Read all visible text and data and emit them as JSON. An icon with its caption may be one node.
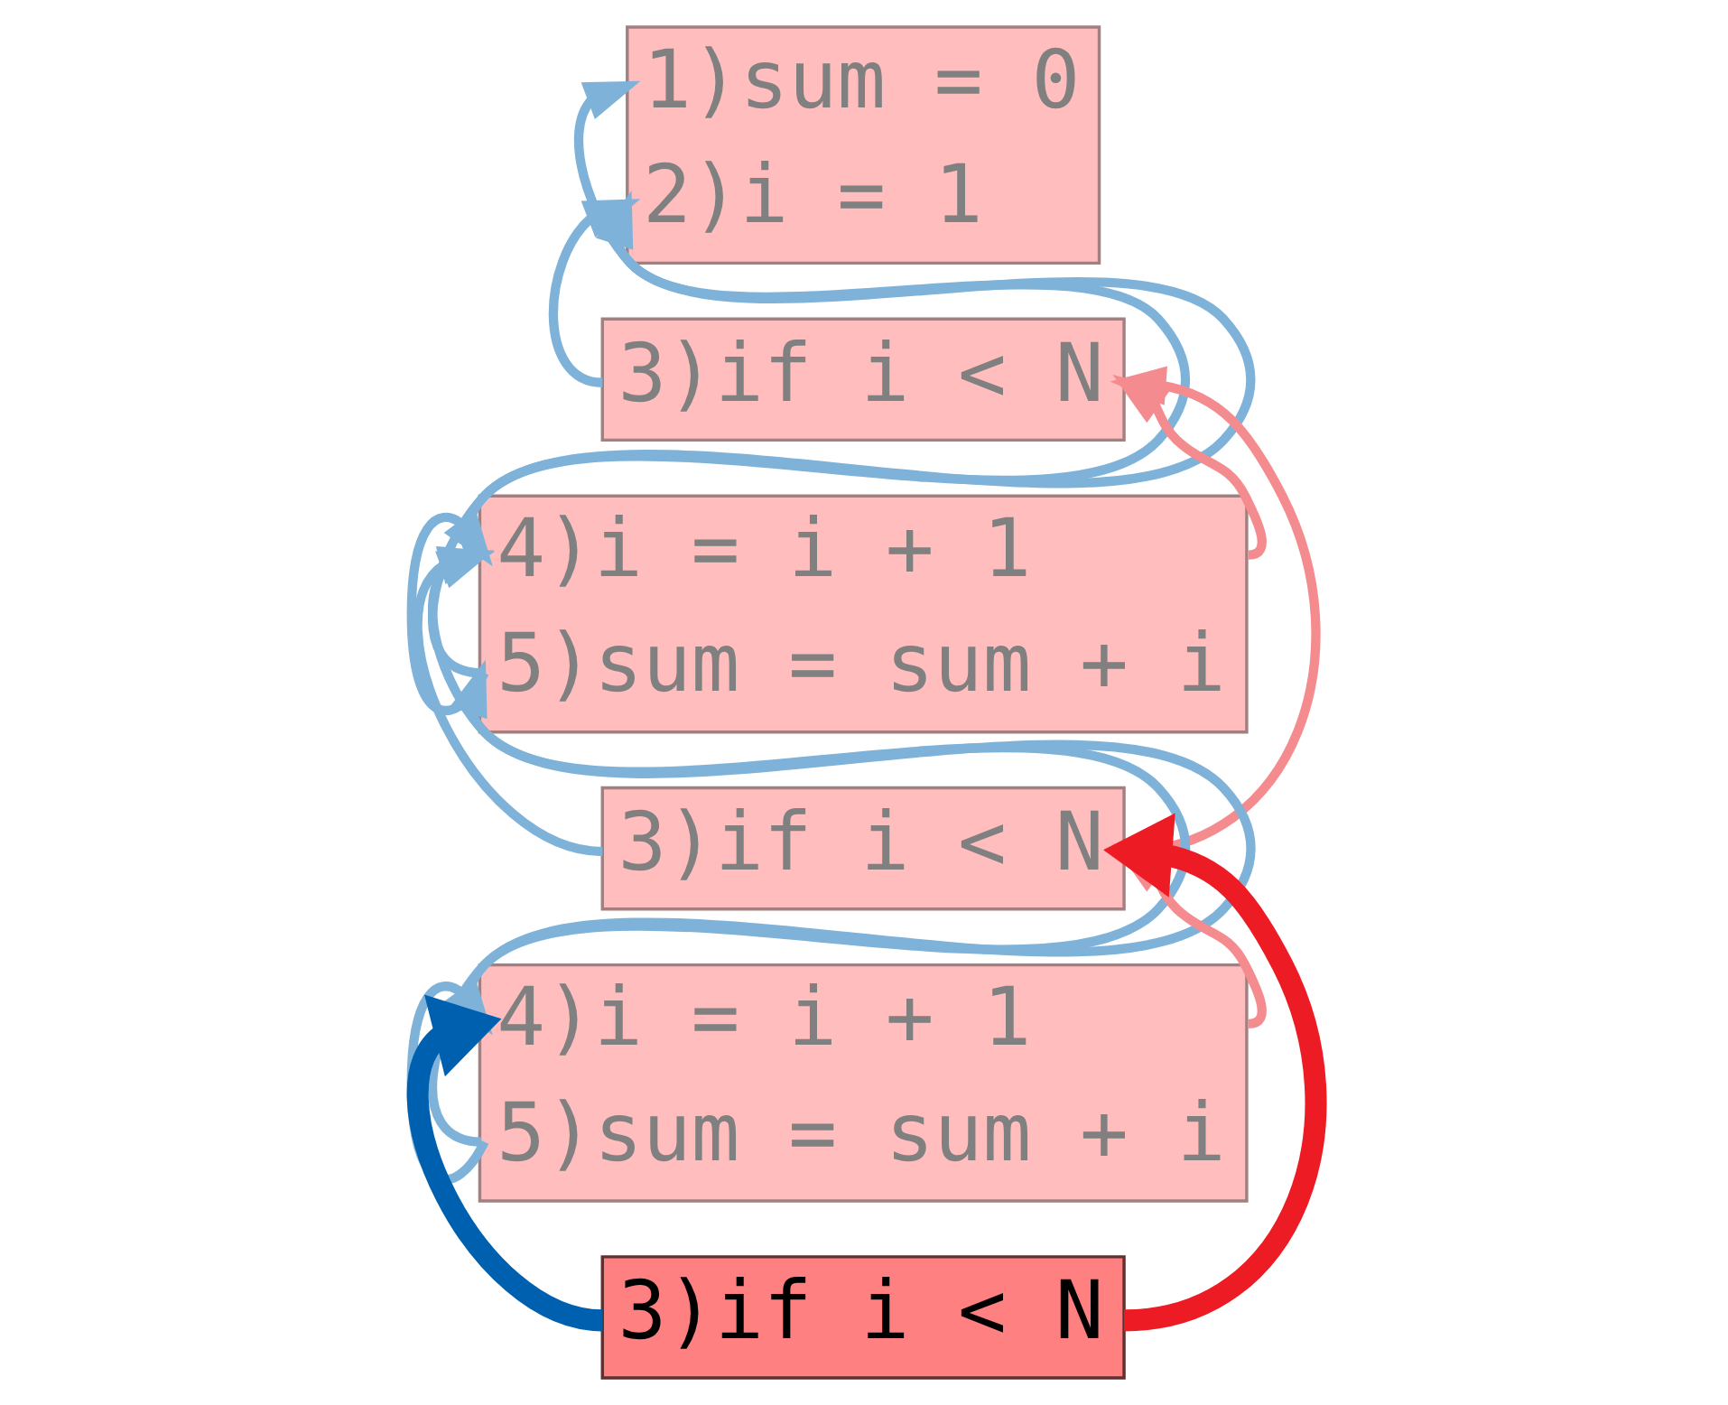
{
  "diagram": {
    "nodes": [
      {
        "text": [
          "1)sum = 0",
          "2)i = 1"
        ]
      },
      {
        "text": [
          "3)if i < N"
        ]
      },
      {
        "text": [
          "4)i = i + 1",
          "5)sum = sum + i"
        ]
      },
      {
        "text": [
          "3)if i < N"
        ]
      },
      {
        "text": [
          "4)i = i + 1",
          "5)sum = sum + i"
        ]
      },
      {
        "text": [
          "3)if i < N"
        ]
      }
    ],
    "edges": [
      {
        "from": 2,
        "to": 0,
        "arrow": "to"
      },
      {
        "from": 1,
        "to": 0,
        "arrow": "to"
      },
      {
        "from": 2,
        "to": 0,
        "arrow": "to"
      },
      {
        "from": 2,
        "to": 2,
        "arrow": "to"
      },
      {
        "from": 3,
        "to": 2,
        "arrow": "to"
      },
      {
        "from": 4,
        "to": 2,
        "arrow": "to"
      },
      {
        "from": 4,
        "to": 2,
        "arrow": "to"
      },
      {
        "from": 4,
        "to": 4,
        "arrow": "to"
      },
      {
        "from": 5,
        "to": 4,
        "arrow": "to",
        "style": "thick",
        "color": "#0060b0"
      },
      {
        "from": 2,
        "to": 1,
        "arrow": "to",
        "color": "#f48c8f"
      },
      {
        "from": 3,
        "to": 1,
        "arrow": "to",
        "color": "#f48c8f"
      },
      {
        "from": 4,
        "to": 3,
        "arrow": "to",
        "color": "#f48c8f"
      },
      {
        "from": 5,
        "to": 3,
        "arrow": "to",
        "style": "thick",
        "color": "#ed1c24"
      }
    ]
  }
}
